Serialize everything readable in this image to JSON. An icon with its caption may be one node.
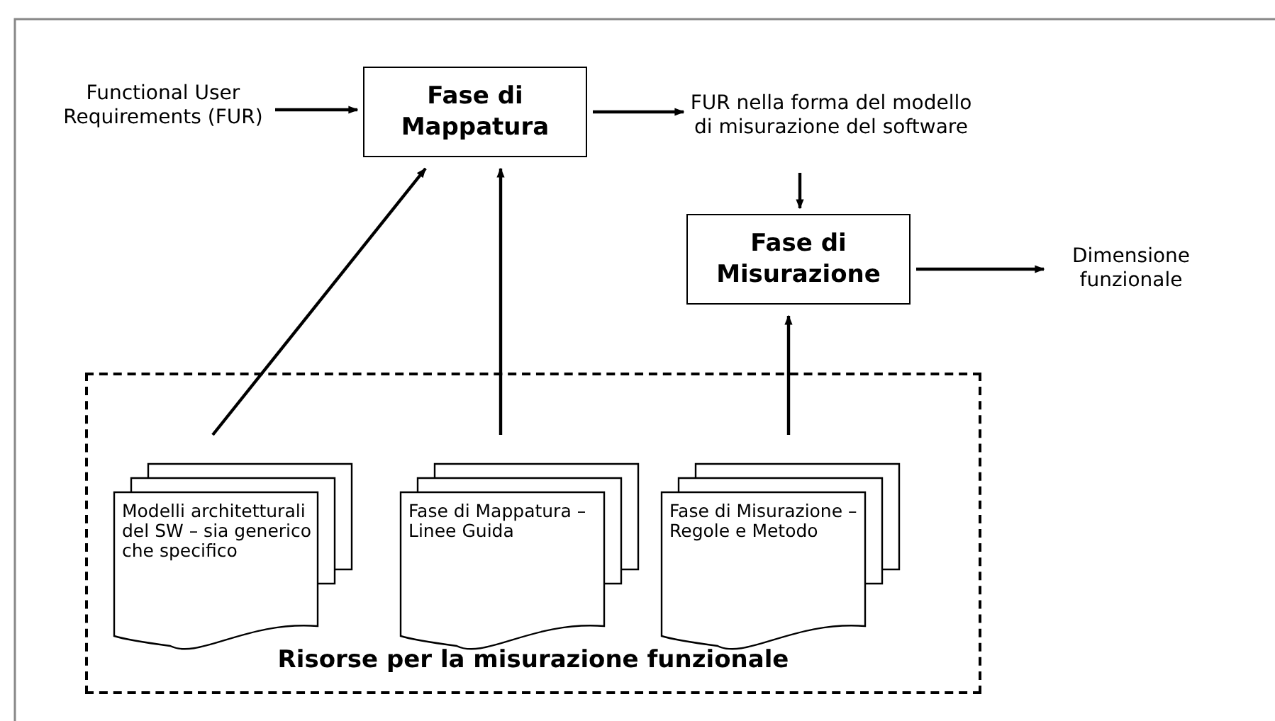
{
  "diagram": {
    "nodes": [
      {
        "text": [
          "Functional User Requirements (FUR)"
        ]
      },
      {
        "text": [
          "Fase di Mappatura"
        ]
      },
      {
        "text": [
          "FUR nella forma del modello di misurazione del software"
        ]
      },
      {
        "text": [
          "Fase di Misurazione"
        ]
      },
      {
        "text": [
          "Dimensione funzionale"
        ]
      },
      {
        "text": [
          "Risorse per la misurazione funzionale"
        ]
      },
      {
        "text": [
          "Modelli architetturali del SW – sia generico che specifico"
        ],
        "in": 5
      },
      {
        "text": [
          "Fase di Mappatura – Linee Guida"
        ],
        "in": 5
      },
      {
        "text": [
          "Fase di Misurazione – Regole e Metodo"
        ],
        "in": 5
      }
    ],
    "edges": [
      {
        "from": 0,
        "to": 1,
        "arrow": "to"
      },
      {
        "from": 1,
        "to": 2,
        "arrow": "to"
      },
      {
        "from": 2,
        "to": 3,
        "arrow": "to"
      },
      {
        "from": 3,
        "to": 4,
        "arrow": "to"
      },
      {
        "from": 6,
        "to": 1,
        "arrow": "to"
      },
      {
        "from": 7,
        "to": 1,
        "arrow": "to"
      },
      {
        "from": 8,
        "to": 3,
        "arrow": "to"
      }
    ]
  }
}
